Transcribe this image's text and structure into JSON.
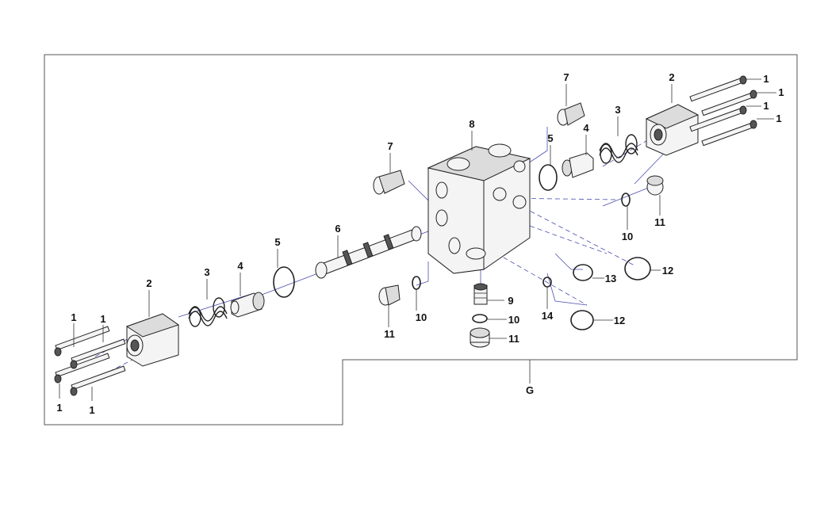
{
  "diagram": {
    "assembly_label": "G",
    "callouts": {
      "c1a": "1",
      "c1b": "1",
      "c1c": "1",
      "c1d": "1",
      "c1e": "1",
      "c1f": "1",
      "c1g": "1",
      "c1h": "1",
      "c2a": "2",
      "c2b": "2",
      "c3a": "3",
      "c3b": "3",
      "c4a": "4",
      "c4b": "4",
      "c5a": "5",
      "c5b": "5",
      "c6": "6",
      "c7a": "7",
      "c7b": "7",
      "c8": "8",
      "c9": "9",
      "c10a": "10",
      "c10b": "10",
      "c10c": "10",
      "c11a": "11",
      "c11b": "11",
      "c11c": "11",
      "c12a": "12",
      "c12b": "12",
      "c13": "13",
      "c14": "14"
    }
  }
}
